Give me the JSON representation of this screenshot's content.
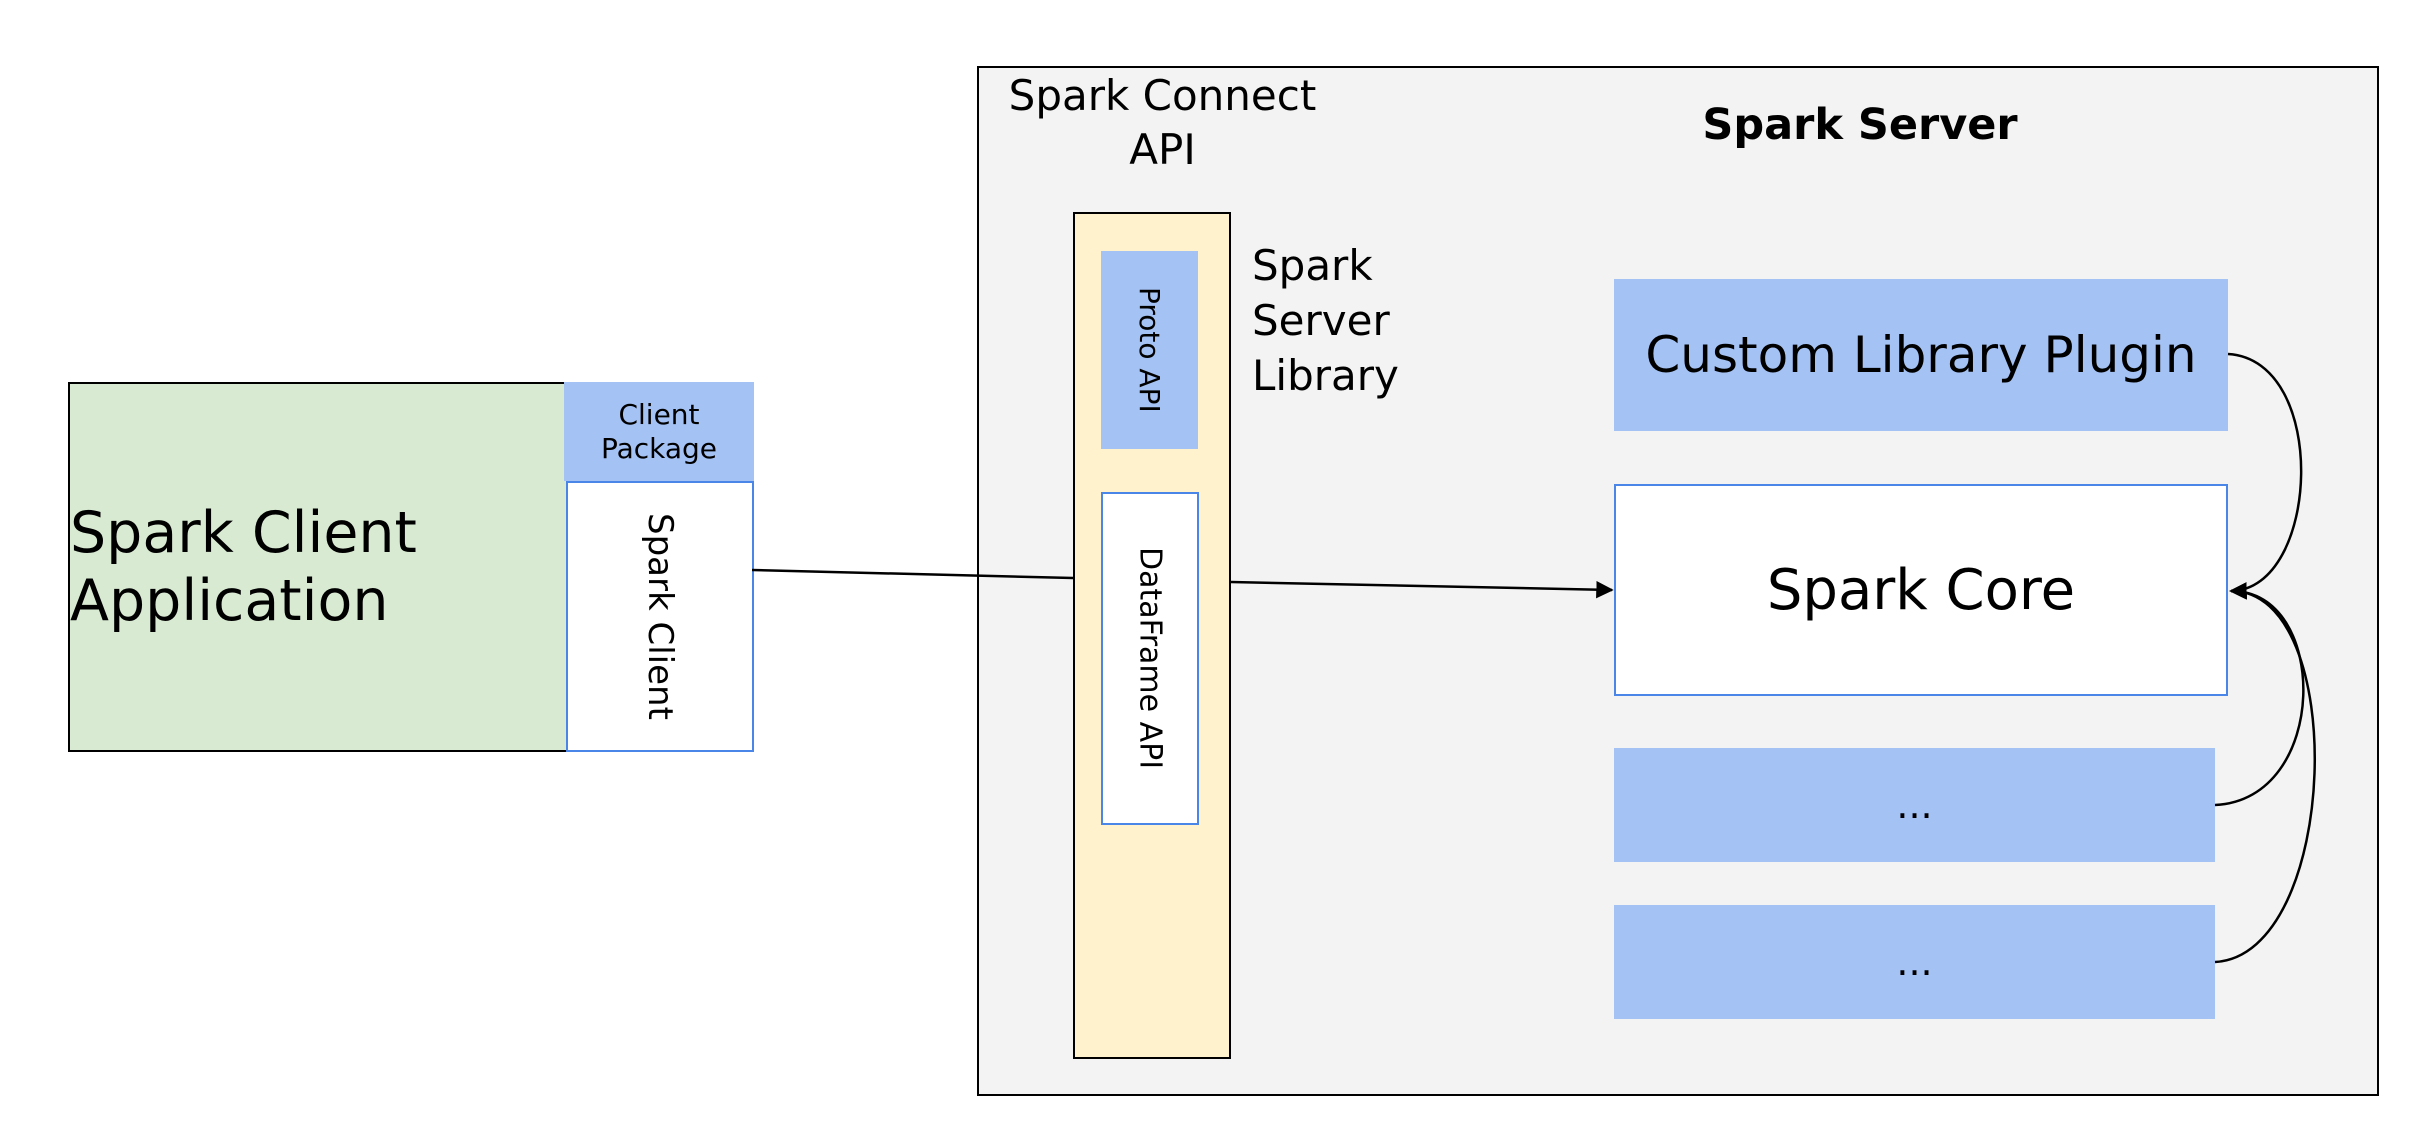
{
  "client": {
    "application_label": "Spark Client Application",
    "package_label": "Client Package",
    "spark_client_label": "Spark Client"
  },
  "server": {
    "title": "Spark Server",
    "connect_api_label": "Spark Connect API",
    "library_label": "Spark Server Library",
    "proto_api_label": "Proto API",
    "dataframe_api_label": "DataFrame API",
    "custom_plugin_label": "Custom Library Plugin",
    "spark_core_label": "Spark Core",
    "other_plugins": [
      "...",
      "..."
    ]
  },
  "colors": {
    "client_green": "#d9ead3",
    "plugin_blue": "#a4c2f4",
    "border_blue": "#4a86e8",
    "library_yellow": "#fff2cc",
    "server_gray": "#f3f3f3"
  }
}
